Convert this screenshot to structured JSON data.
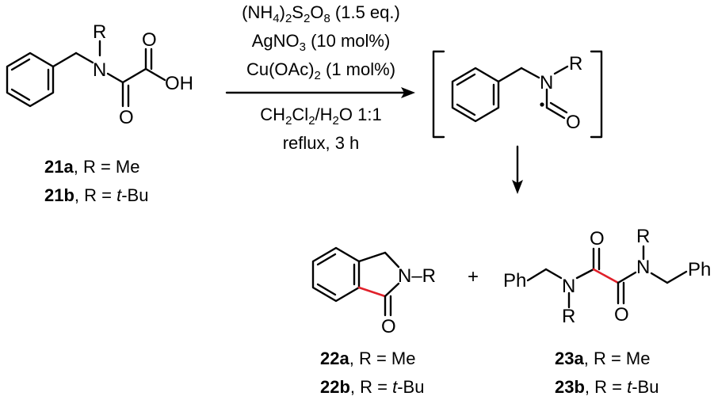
{
  "conditions": {
    "reagent1": {
      "pre": "(NH",
      "s1": "4",
      "mid": ")",
      "S": "S",
      "s2": "2",
      "O": "O",
      "s3": "8",
      "post": " (1.5 eq.)"
    },
    "reagent2": {
      "pre": "AgNO",
      "s1": "3",
      "post": " (10 mol%)"
    },
    "reagent3": {
      "pre": "Cu(OAc)",
      "s1": "2",
      "post": " (1 mol%)"
    },
    "solvent": {
      "a": "CH",
      "s1": "2",
      "b": "Cl",
      "s2": "2",
      "c": "/H",
      "s3": "2",
      "d": "O 1:1"
    },
    "time": "reflux, 3 h"
  },
  "atoms": {
    "N": "N",
    "R": "R",
    "O": "O",
    "OH": "OH",
    "NR": "N–R",
    "Ph": "Ph",
    "plus": "+"
  },
  "labels": {
    "c21a": {
      "num": "21a",
      "rest": ", R = Me"
    },
    "c21b": {
      "num": "21b",
      "rest": ", R = ",
      "ital": "t",
      "tail": "-Bu"
    },
    "c22a": {
      "num": "22a",
      "rest": ", R = Me"
    },
    "c22b": {
      "num": "22b",
      "rest": ", R = ",
      "ital": "t",
      "tail": "-Bu"
    },
    "c23a": {
      "num": "23a",
      "rest": ", R = Me"
    },
    "c23b": {
      "num": "23b",
      "rest": ", R = ",
      "ital": "t",
      "tail": "-Bu"
    }
  },
  "colors": {
    "highlight_bond": "#e0202a",
    "ink": "#000000"
  }
}
